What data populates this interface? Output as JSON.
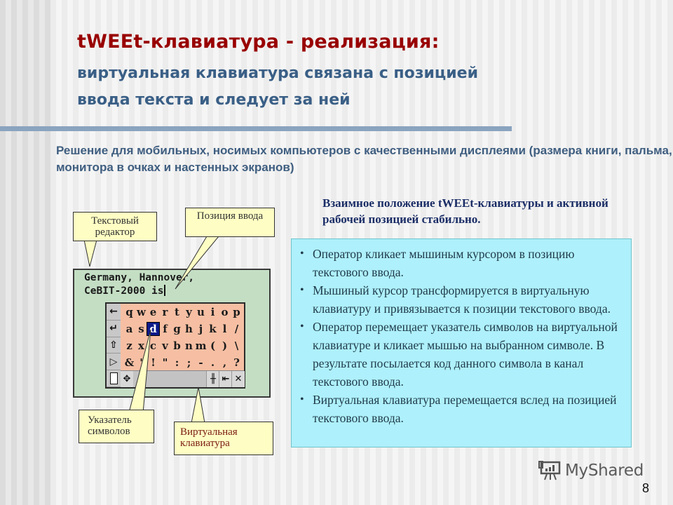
{
  "slide": {
    "title": "tWEEt-клавиатура - реализация:",
    "subtitle": "виртуальная клавиатура связана с позицией ввода текста и следует за ней",
    "intro": "Решение для мобильных, носимых компьютеров с качественными дисплеями (размера книги, пальма, монитора в очках и настенных экранов)",
    "stable_note": "Взаимное положение tWEEt-клавиатуры и активной рабочей позицией стабильно.",
    "bullets": [
      "Оператор кликает мышиным курсором в позицию текстового ввода.",
      "Мышиный курсор трансформируется в виртуальную клавиатуру и привязывается к позиции текстового ввода.",
      "Оператор перемещает указатель символов на виртуальной клавиатуре и кликает мышью на выбранном символе. В результате посылается код данного символа в канал текстового ввода.",
      "Виртуальная клавиатура перемещается вслед на позицией текстового ввода."
    ],
    "page_number": "8",
    "logo_text": "MyShared"
  },
  "diagram": {
    "editor_lines": [
      "Germany, Hannover,",
      "CeBIT-2000 is"
    ],
    "keyboard_rows": [
      [
        "q",
        "w",
        "e",
        "r",
        "t",
        "y",
        "u",
        "i",
        "o",
        "p"
      ],
      [
        "a",
        "s",
        "d",
        "f",
        "g",
        "h",
        "j",
        "k",
        "l",
        "/"
      ],
      [
        "z",
        "x",
        "c",
        "v",
        "b",
        "n",
        "m",
        "(",
        ")",
        "\\"
      ],
      [
        "&",
        "'",
        "!",
        "\"",
        ":",
        ";",
        "-",
        ".",
        ",",
        "?"
      ]
    ],
    "selected_key": "d",
    "side_keys": [
      "←",
      "↵",
      "⇧",
      "▷",
      ""
    ],
    "bottom_controls": [
      "✥",
      "╫",
      "⇤",
      "✕"
    ],
    "callouts": {
      "text_editor": "Текстовый редактор",
      "input_position": "Позиция ввода",
      "char_pointer": "Указатель символов",
      "virtual_keyboard": "Виртуальная клавиатура"
    }
  },
  "colors": {
    "title": "#990000",
    "subtitle": "#3a5f86",
    "bullet_box": "#aef0fb",
    "editor_bg": "#c4dec4",
    "keyboard_bg": "#f6bfa3",
    "callout_bg": "#fefec4"
  }
}
